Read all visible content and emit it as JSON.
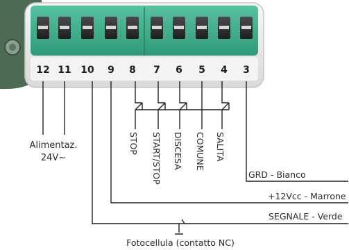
{
  "terminal_block": {
    "pins": [
      {
        "number": "12"
      },
      {
        "number": "11"
      },
      {
        "number": "10"
      },
      {
        "number": "9"
      },
      {
        "number": "8"
      },
      {
        "number": "7"
      },
      {
        "number": "6"
      },
      {
        "number": "5"
      },
      {
        "number": "4"
      },
      {
        "number": "3"
      }
    ]
  },
  "labels": {
    "power_line1": "Alimentaz.",
    "power_line2": "24V~",
    "stop": "STOP",
    "start_stop": "START/STOP",
    "discesa": "DISCESA",
    "comune": "COMUNE",
    "salita": "SALITA",
    "grd": "GRD - Bianco",
    "plus12": "+12Vcc - Marrone",
    "segnale": "SEGNALE - Verde",
    "fotocellula": "Fotocellula (contatto NC)"
  },
  "colors": {
    "block_green": "#3fae8d",
    "block_green_dark": "#2e8f72",
    "wire": "#222222",
    "frame": "#e9e9e9"
  }
}
